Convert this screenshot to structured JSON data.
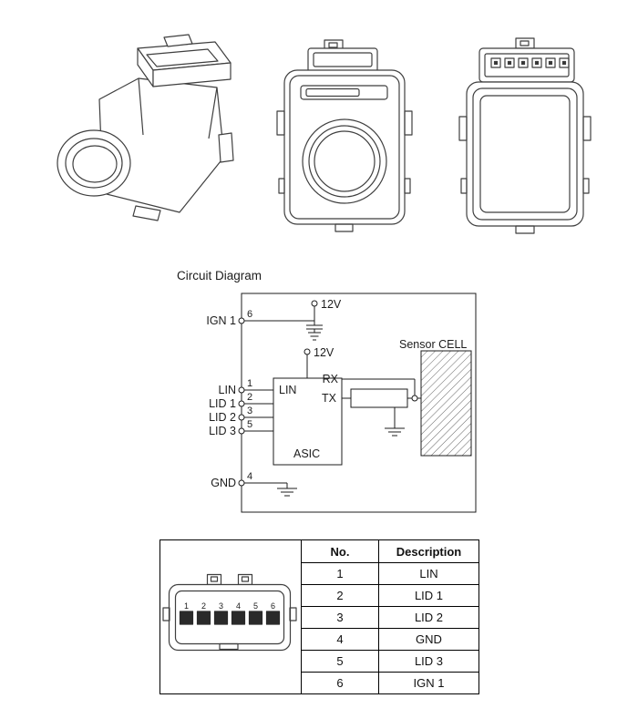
{
  "meta": {
    "background": "#ffffff",
    "line_color": "#3f3f3f",
    "circuit_line_color": "#1c1c1c",
    "pin_fill_color": "#2a2a2a"
  },
  "circuit": {
    "title": "Circuit Diagram",
    "v12_top": "12V",
    "v12_inner": "12V",
    "asic": "ASIC",
    "lin_inner": "LIN",
    "rx": "RX",
    "tx": "TX",
    "sensor_cell": "Sensor CELL",
    "pins": {
      "ign1": {
        "num": "6",
        "label": "IGN 1"
      },
      "lin": {
        "num": "1",
        "label": "LIN"
      },
      "lid1": {
        "num": "2",
        "label": "LID 1"
      },
      "lid2": {
        "num": "3",
        "label": "LID 2"
      },
      "lid3": {
        "num": "5",
        "label": "LID 3"
      },
      "gnd": {
        "num": "4",
        "label": "GND"
      }
    }
  },
  "connector": {
    "pins": [
      "1",
      "2",
      "3",
      "4",
      "5",
      "6"
    ]
  },
  "pin_table": {
    "headers": [
      "No.",
      "Description"
    ],
    "rows": [
      {
        "no": "1",
        "desc": "LIN"
      },
      {
        "no": "2",
        "desc": "LID 1"
      },
      {
        "no": "3",
        "desc": "LID 2"
      },
      {
        "no": "4",
        "desc": "GND"
      },
      {
        "no": "5",
        "desc": "LID 3"
      },
      {
        "no": "6",
        "desc": "IGN 1"
      }
    ]
  }
}
